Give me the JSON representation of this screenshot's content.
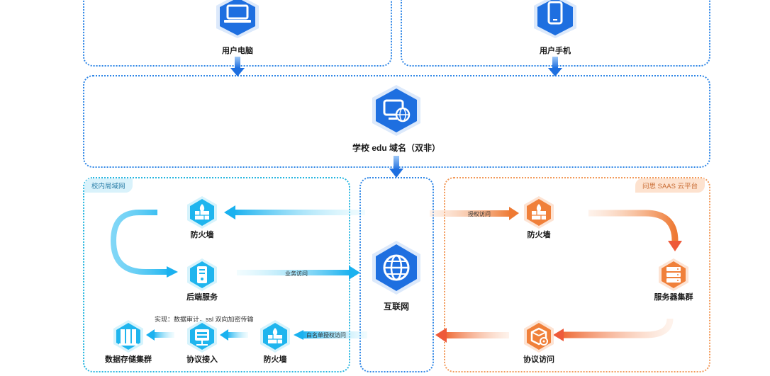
{
  "nodes": {
    "user_pc": "用户电脑",
    "user_phone": "用户手机",
    "edu_domain": "学校 edu 域名（双非）",
    "internet": "互联网",
    "firewall_top_left": "防火墙",
    "backend_service": "后端服务",
    "data_storage": "数据存储集群",
    "protocol_access_left": "协议接入",
    "firewall_bottom_left": "防火墙",
    "firewall_right": "防火墙",
    "server_cluster": "服务器集群",
    "protocol_visit_right": "协议访问"
  },
  "regions": {
    "campus_lan": "校内局域网",
    "saas_platform": "问思 SAAS 云平台"
  },
  "edges": {
    "business_access": "业务访问",
    "authorized_access": "授权访问",
    "whitelist_access": "白名单授权访问"
  },
  "note": "实现：数据审计，ssl 双向加密传输",
  "colors": {
    "blue_primary": "#1e6fe0",
    "cyan": "#27b6e0",
    "orange": "#f0803a"
  }
}
